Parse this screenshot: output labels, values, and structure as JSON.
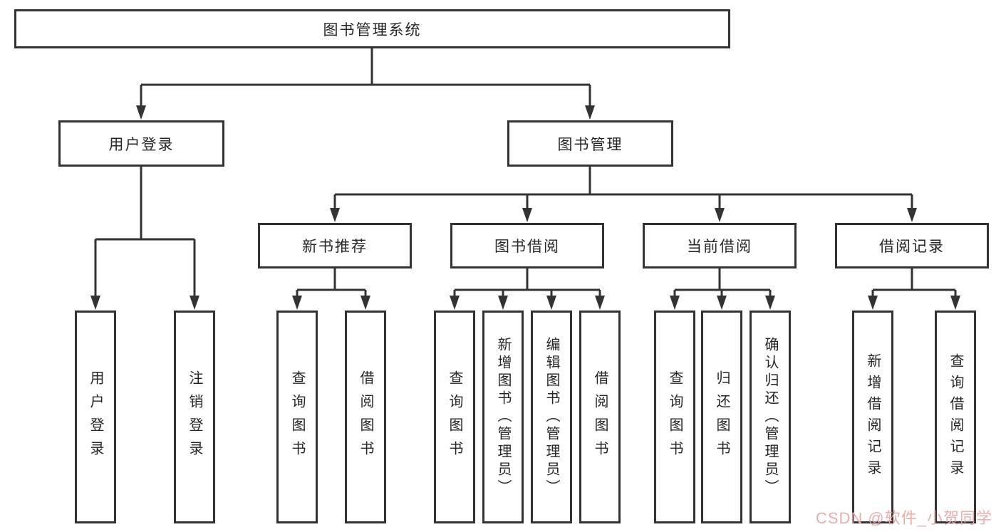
{
  "diagram": {
    "root": {
      "label": "图书管理系统"
    },
    "user_login": {
      "label": "用户登录",
      "children": [
        {
          "label": "用户登录"
        },
        {
          "label": "注销登录"
        }
      ]
    },
    "book_management": {
      "label": "图书管理",
      "sections": [
        {
          "label": "新书推荐",
          "children": [
            {
              "label": "查询图书"
            },
            {
              "label": "借阅图书"
            }
          ]
        },
        {
          "label": "图书借阅",
          "children": [
            {
              "label": "查询图书"
            },
            {
              "label": "新增图书（管理员）"
            },
            {
              "label": "编辑图书（管理员）"
            },
            {
              "label": "借阅图书"
            }
          ]
        },
        {
          "label": "当前借阅",
          "children": [
            {
              "label": "查询图书"
            },
            {
              "label": "归还图书"
            },
            {
              "label": "确认归还（管理员）"
            }
          ]
        },
        {
          "label": "借阅记录",
          "children": [
            {
              "label": "新增借阅记录"
            },
            {
              "label": "查询借阅记录"
            }
          ]
        }
      ]
    }
  },
  "watermark": {
    "text": "CSDN @软件_小贺同学",
    "color": "#eba6a6"
  },
  "colors": {
    "line": "#333333",
    "box_border": "#333333",
    "text": "#262626",
    "background": "#ffffff"
  }
}
